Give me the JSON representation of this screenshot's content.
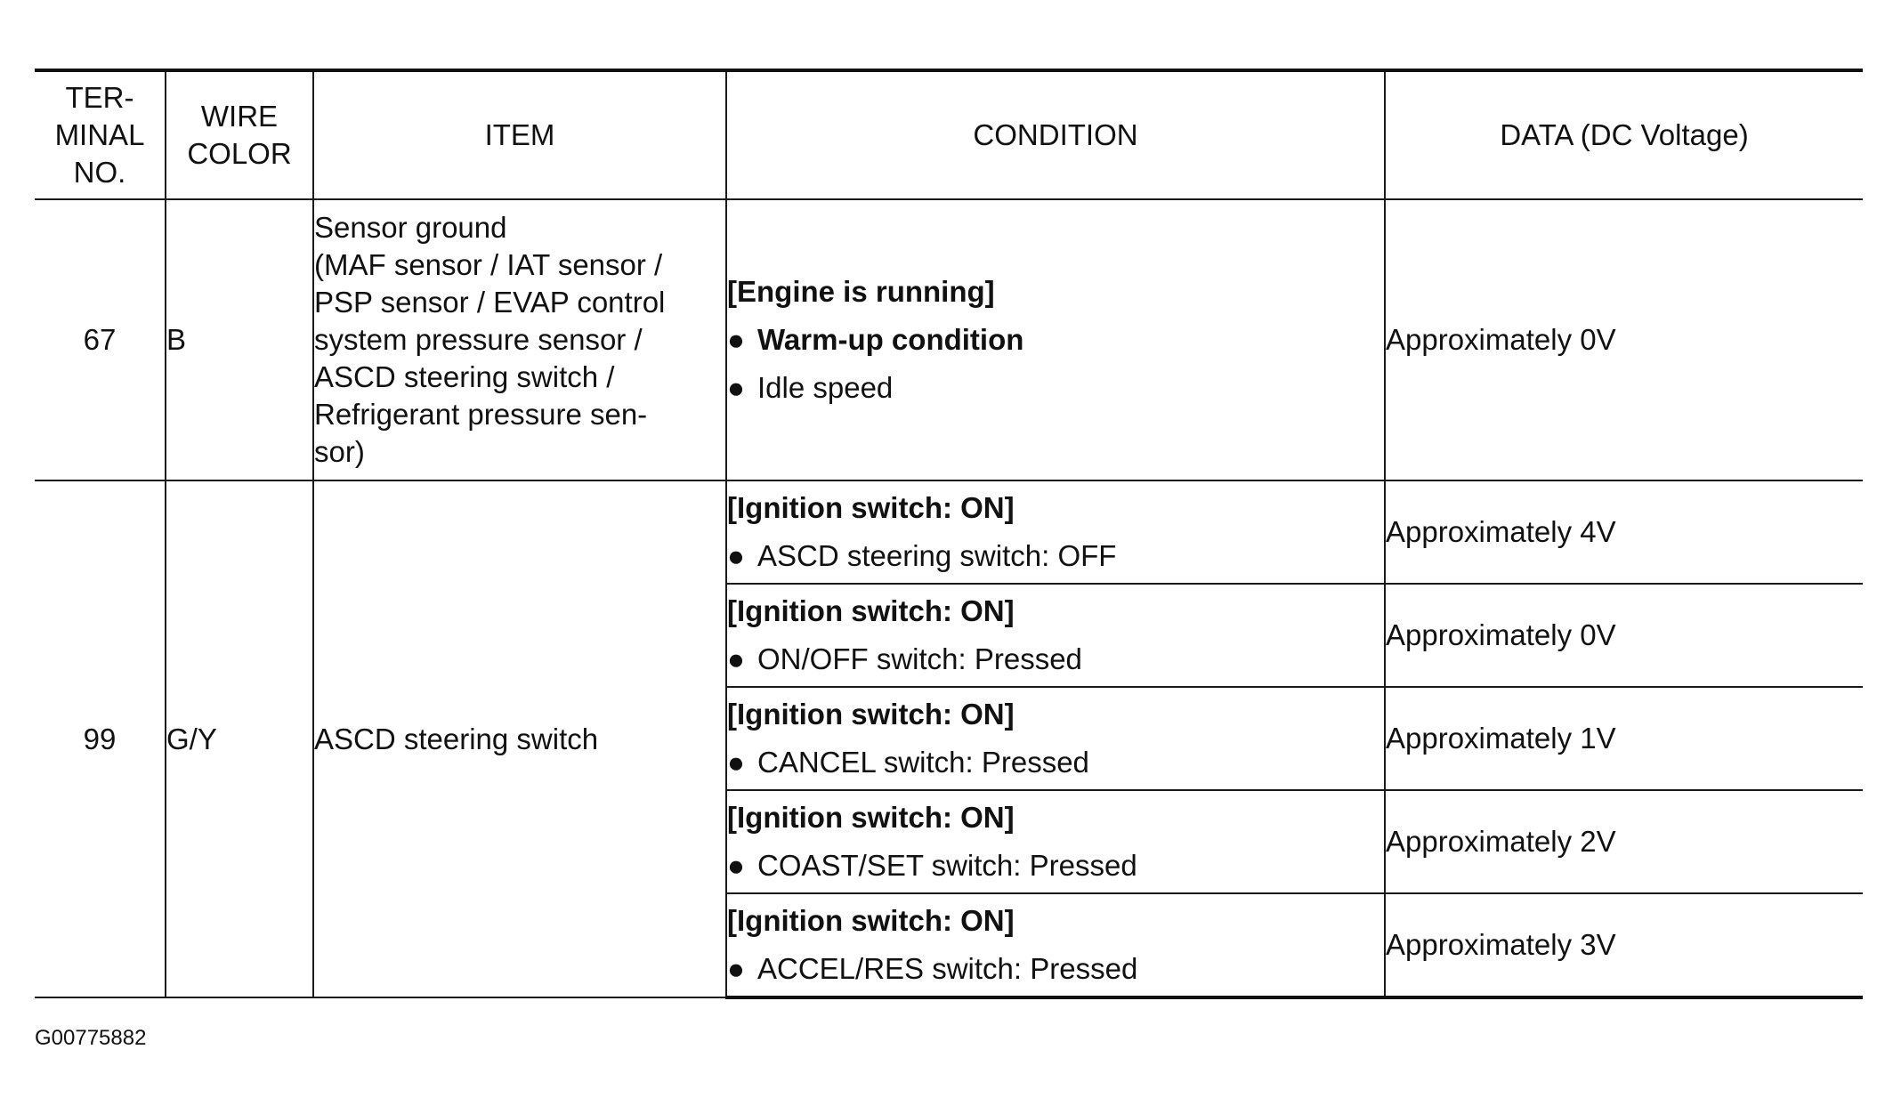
{
  "headers": {
    "terminal": [
      "TER-",
      "MINAL",
      "NO."
    ],
    "wire": [
      "WIRE",
      "COLOR"
    ],
    "item": "ITEM",
    "condition": "CONDITION",
    "data": "DATA (DC Voltage)"
  },
  "rows": [
    {
      "terminal": "67",
      "wire": "B",
      "item": [
        "Sensor ground",
        "(MAF sensor / IAT sensor /",
        "PSP sensor / EVAP control",
        "system pressure sensor /",
        "ASCD steering switch /",
        "Refrigerant pressure sen-",
        "sor)"
      ],
      "condition": {
        "heading": "[Engine is running]",
        "bullet1": "Warm-up condition",
        "bullet2": "Idle speed"
      },
      "data": "Approximately 0V"
    },
    {
      "terminal": "99",
      "wire": "G/Y",
      "item": "ASCD steering switch",
      "conditions": [
        {
          "heading": "[Ignition switch: ON]",
          "bullet": "ASCD steering switch: OFF",
          "data": "Approximately 4V"
        },
        {
          "heading": "[Ignition switch: ON]",
          "bullet": "ON/OFF switch: Pressed",
          "data": "Approximately 0V"
        },
        {
          "heading": "[Ignition switch: ON]",
          "bullet": "CANCEL switch: Pressed",
          "data": "Approximately 1V"
        },
        {
          "heading": "[Ignition switch: ON]",
          "bullet": "COAST/SET switch: Pressed",
          "data": "Approximately 2V"
        },
        {
          "heading": "[Ignition switch: ON]",
          "bullet": "ACCEL/RES switch: Pressed",
          "data": "Approximately 3V"
        }
      ]
    }
  ],
  "bullet_glyph": "●",
  "figure_id": "G00775882"
}
